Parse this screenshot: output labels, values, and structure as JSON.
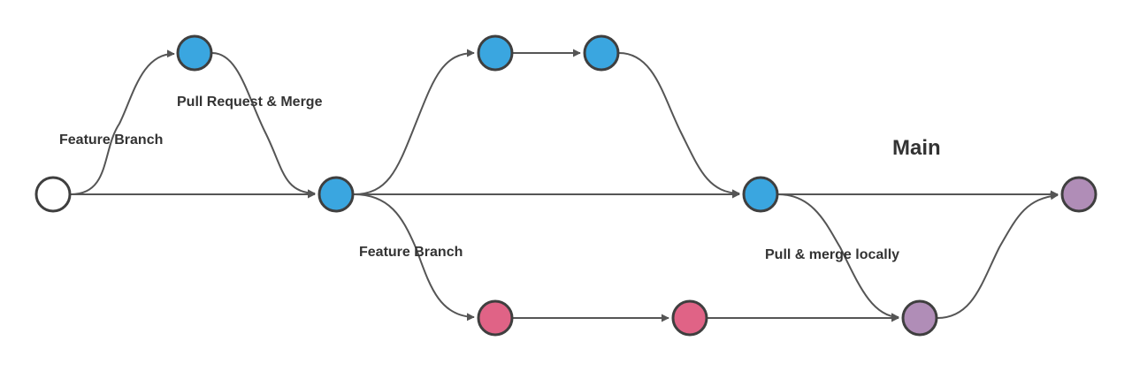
{
  "colors": {
    "start": "#ffffff",
    "main": "#3aa6e0",
    "feature": "#e06386",
    "merge": "#b08db7",
    "edge": "#555555"
  },
  "labels": {
    "feature_branch_top": "Feature Branch",
    "pull_request_merge": "Pull Request & Merge",
    "main": "Main",
    "feature_branch_bottom": "Feature Branch",
    "pull_merge_locally": "Pull & merge locally"
  },
  "nodes": [
    {
      "id": "start",
      "color_key": "start"
    },
    {
      "id": "top-left",
      "color_key": "main"
    },
    {
      "id": "main-merge-1",
      "color_key": "main"
    },
    {
      "id": "top-branch-1",
      "color_key": "main"
    },
    {
      "id": "top-branch-2",
      "color_key": "main"
    },
    {
      "id": "main-merge-2",
      "color_key": "main"
    },
    {
      "id": "final",
      "color_key": "merge"
    },
    {
      "id": "feature-1",
      "color_key": "feature"
    },
    {
      "id": "feature-2",
      "color_key": "feature"
    },
    {
      "id": "local-merge",
      "color_key": "merge"
    }
  ]
}
